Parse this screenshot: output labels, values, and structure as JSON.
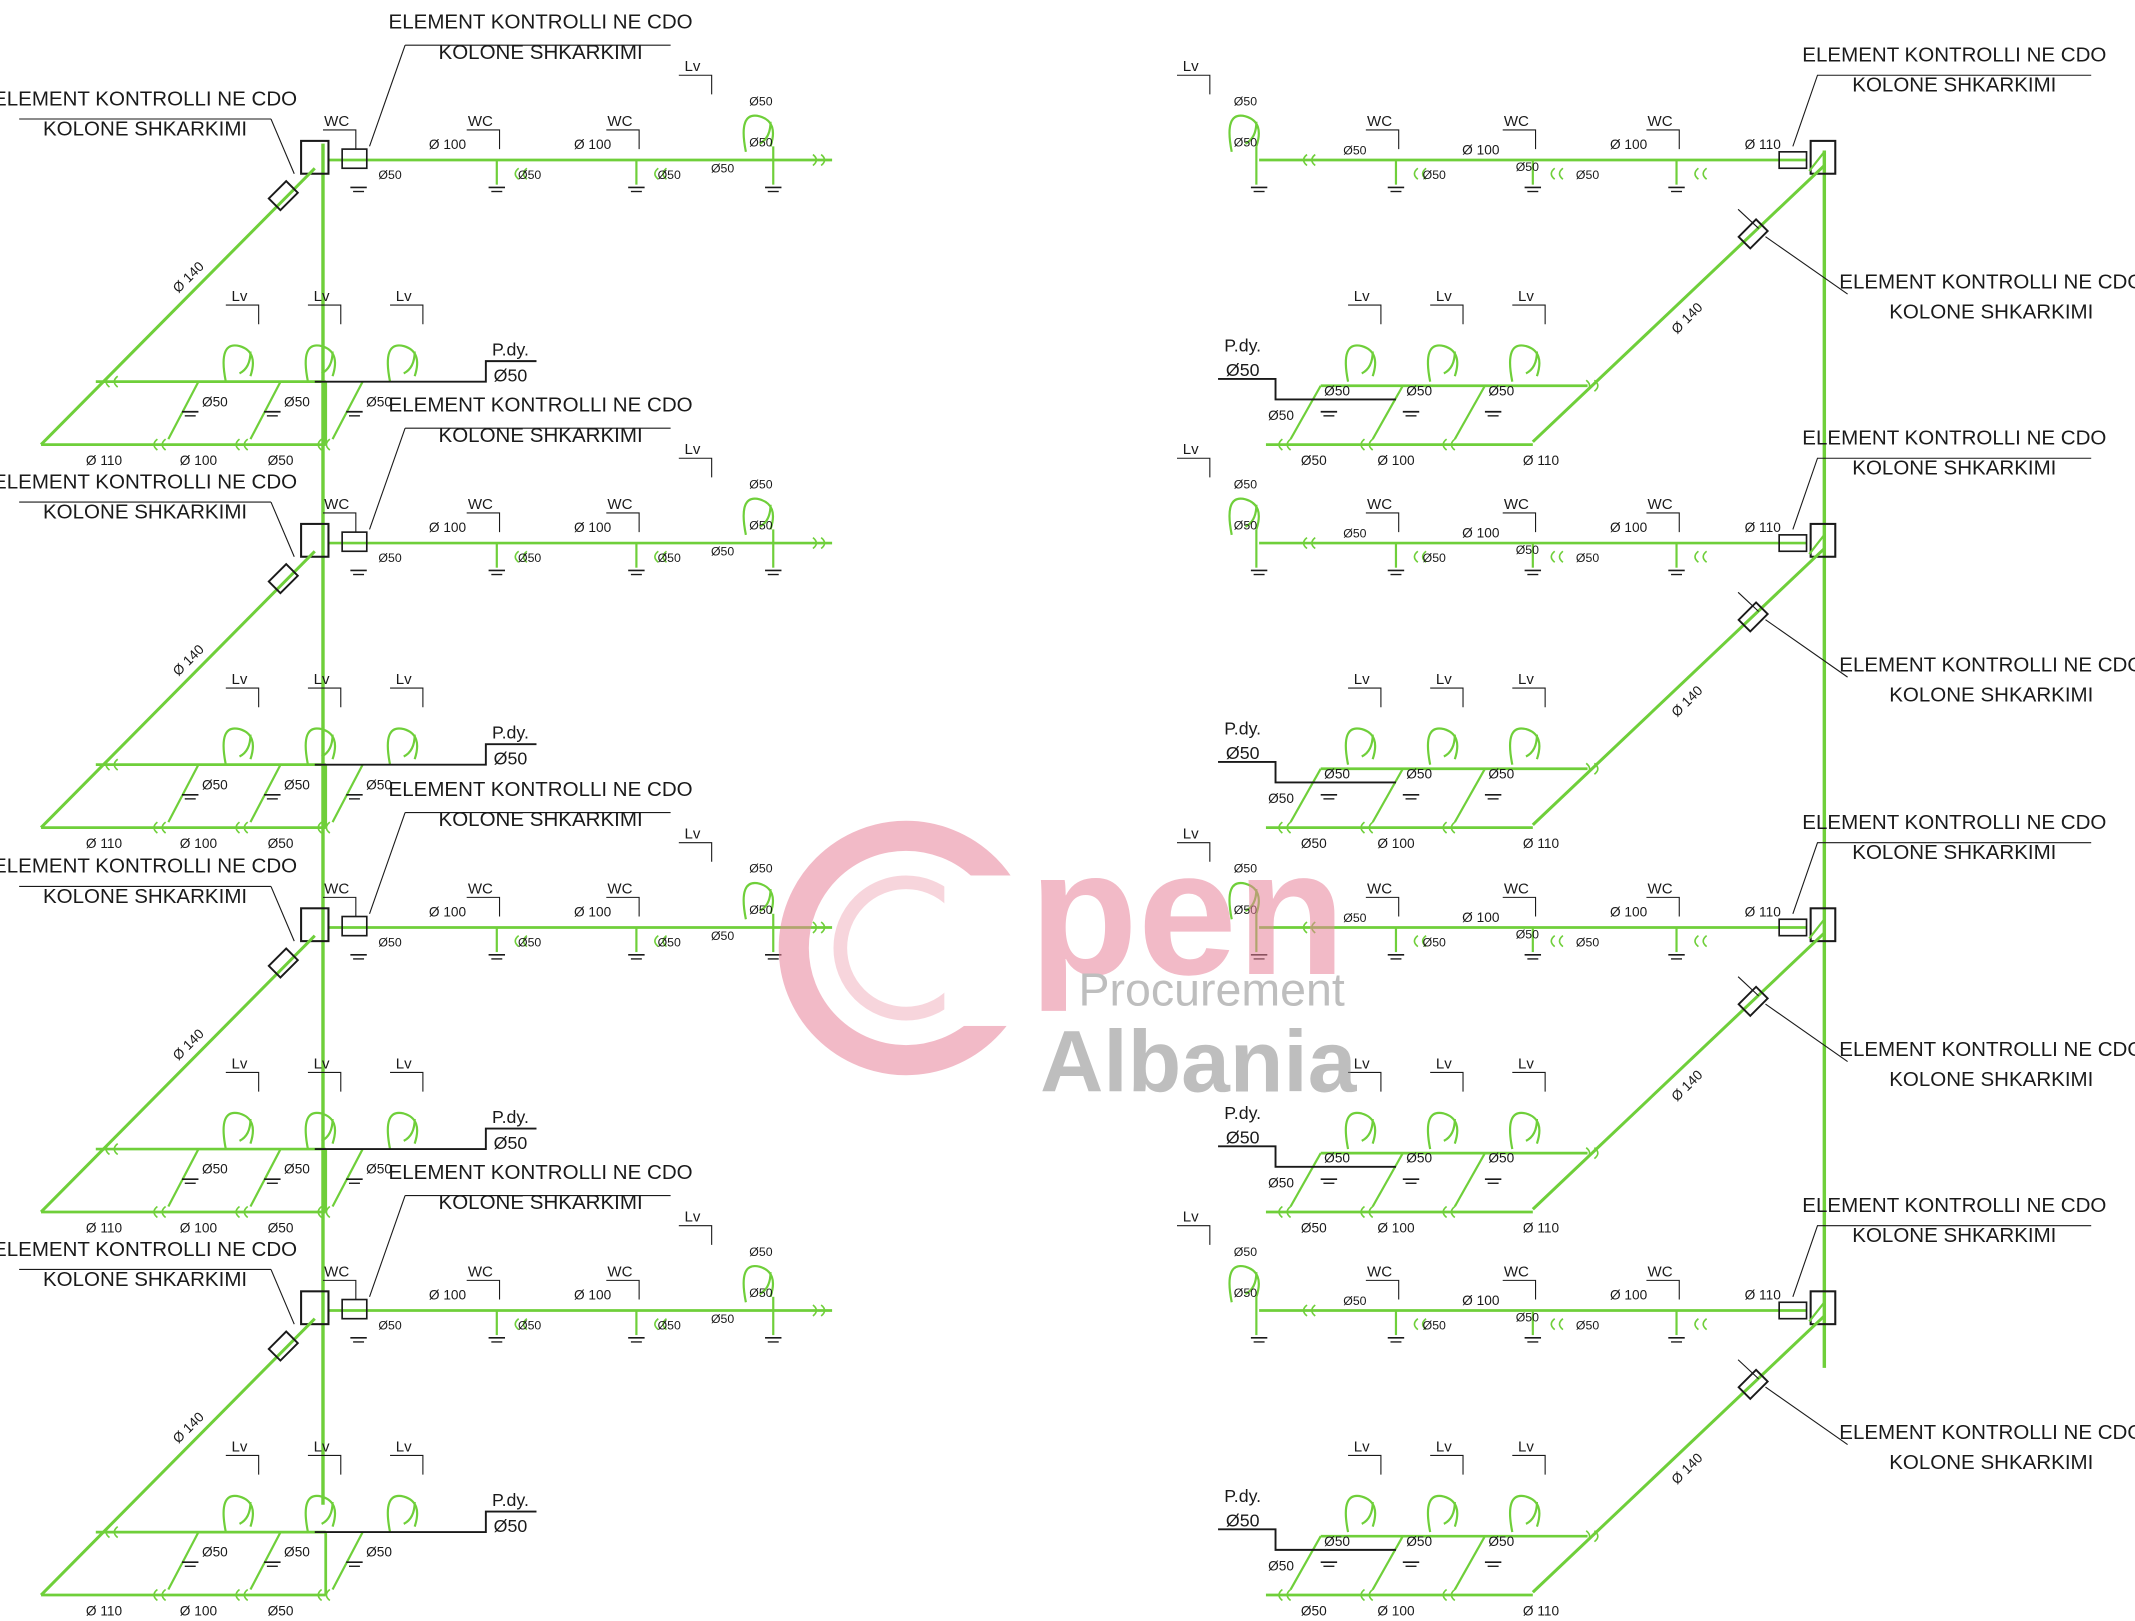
{
  "colors": {
    "pipe": "#6fcf3a",
    "line": "#1a1a1a",
    "watermark_pink": "#e8839a",
    "watermark_gray": "#8a8a8a"
  },
  "labels": {
    "element_line1": "ELEMENT KONTROLLI NE CDO",
    "element_line2": "KOLONE SHKARKIMI",
    "wc": "WC",
    "lv": "Lv",
    "pdy": "P.dy.",
    "d50": "Ø50",
    "d50s": "Ø50",
    "d100": "Ø 100",
    "d110": "Ø 110",
    "d140": "Ø 140",
    "d110top": "Ø 110"
  },
  "watermark": {
    "word": "pen",
    "line2": "Procurement",
    "line3": "Albania"
  }
}
